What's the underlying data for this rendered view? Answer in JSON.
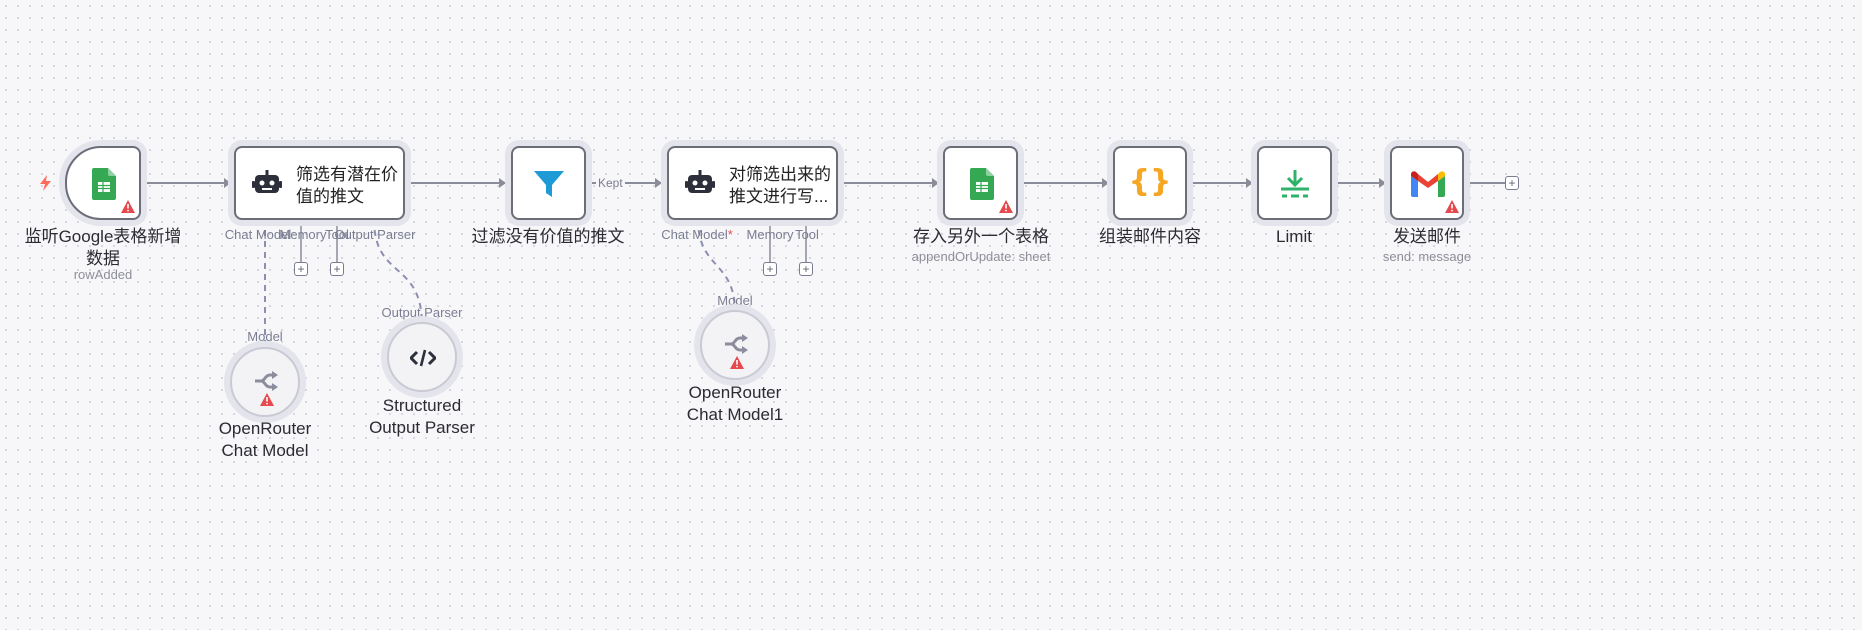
{
  "canvas": {
    "trigger_bolt": "bolt-icon",
    "nodes": [
      {
        "id": "sheets_trigger",
        "label": "监听Google表格新增\n数据",
        "sub": "rowAdded",
        "icon": "google-sheets-icon",
        "warning": true
      },
      {
        "id": "agent1",
        "title": "筛选有潜在价\n值的推文",
        "icon": "robot-icon",
        "ports": [
          "Chat Model",
          "Memory",
          "Tool",
          "Output Parser"
        ]
      },
      {
        "id": "filter",
        "label": "过滤没有价值的推文",
        "icon": "filter-icon",
        "out_label": "Kept"
      },
      {
        "id": "agent2",
        "title": "对筛选出来的\n推文进行写...",
        "icon": "robot-icon",
        "ports": [
          "Chat Model",
          "Memory",
          "Tool"
        ],
        "required_mark": "*"
      },
      {
        "id": "sheets_save",
        "label": "存入另外一个表格",
        "sub": "appendOrUpdate: sheet",
        "icon": "google-sheets-icon",
        "warning": true
      },
      {
        "id": "compose",
        "label": "组装邮件内容",
        "icon": "braces-icon"
      },
      {
        "id": "limit",
        "label": "Limit",
        "icon": "limit-icon"
      },
      {
        "id": "gmail",
        "label": "发送邮件",
        "sub": "send: message",
        "icon": "gmail-icon",
        "warning": true
      }
    ],
    "sub_nodes": [
      {
        "id": "openrouter1",
        "label": "OpenRouter\nChat Model",
        "port_label": "Model",
        "warning": true
      },
      {
        "id": "parser",
        "label": "Structured\nOutput Parser",
        "port_label": "Output Parser",
        "warning": false
      },
      {
        "id": "openrouter2",
        "label": "OpenRouter\nChat Model1",
        "port_label": "Model",
        "warning": true
      }
    ],
    "port_labels": {
      "a1_chat": "Chat Model",
      "a1_memory": "Memory",
      "a1_tool": "Tool",
      "a1_parser": "Output Parser",
      "a2_chat": "Chat Model",
      "a2_memory": "Memory",
      "a2_tool": "Tool"
    },
    "plus": "+"
  },
  "colors": {
    "sheets": "#34a853",
    "warning": "#e5484d",
    "filter": "#1e9bd7",
    "braces": "#f5a623",
    "limit": "#2fb36b",
    "edge": "#8a8c99",
    "port": "#7f81a8"
  }
}
